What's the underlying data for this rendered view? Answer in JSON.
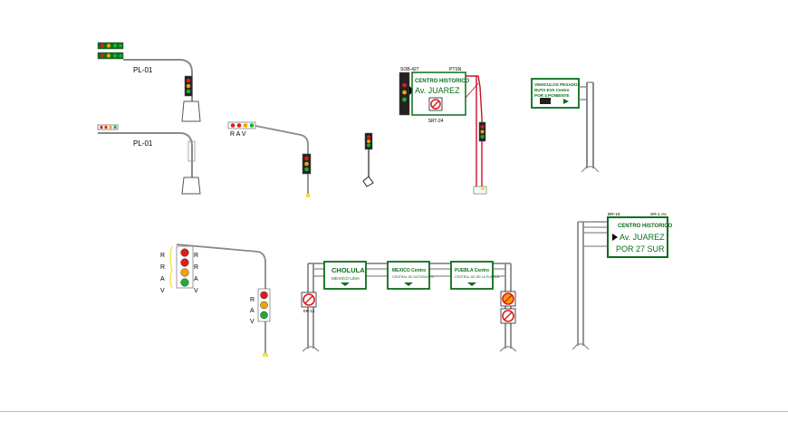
{
  "colors": {
    "pole": "#8a8a8a",
    "sign_green": "#0a6e1a",
    "red": "#e21a1a",
    "amber": "#f0a400",
    "green_light": "#1fae2f",
    "post_red": "#c8102e"
  },
  "poles": {
    "pl01_top_label": "PL-01",
    "pl01_mid_label": "PL-01",
    "mast_arm_letters": "R  A V"
  },
  "center_sign": {
    "code_left": "SOB-427",
    "code_right": "PTSN",
    "line1": "CENTRO HISTORICO",
    "line2": "Av.  JUAREZ",
    "sub_code": "SRT-24"
  },
  "right_small_sign": {
    "line1": "VEHICULOS PESADOS",
    "line2": "RUTA EVA Centro",
    "line3": "POR 4 PONIENTE"
  },
  "big_right_sign": {
    "code_left": "BR-18",
    "code_right": "SR-1 Av.",
    "line1": "CENTRO HISTORICO",
    "line2": "Av.  JUAREZ",
    "line3": "POR 27 SUR"
  },
  "gantry": {
    "left_sign_line1": "CHOLULA",
    "left_sign_line2": "MEXICO Libre",
    "mid_sign_line1": "MEXICO Centro",
    "mid_sign_line2": "CENTRAL DE AUTOBUSES",
    "right_sign_line1": "PUEBLA Centro",
    "right_sign_line2": "CENTRAL DE DE LA PUEBLA",
    "left_post_caption": "SR-12"
  },
  "vertical_letters": {
    "left_column": [
      "R",
      "R",
      "A",
      "V"
    ],
    "right_column": [
      "R",
      "R",
      "A",
      "V"
    ],
    "pole_column": [
      "R",
      "A",
      "V"
    ]
  }
}
